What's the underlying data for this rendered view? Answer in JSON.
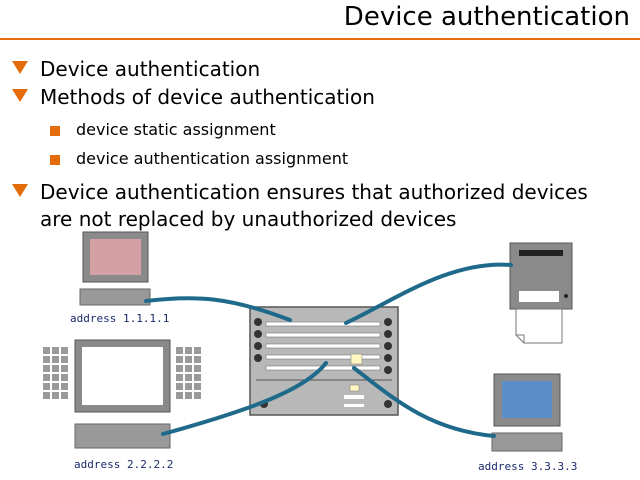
{
  "slide": {
    "title": "Device authentication",
    "bullets": [
      {
        "text": "Device authentication"
      },
      {
        "text": "Methods of device authentication",
        "sub": [
          "device static assignment",
          "device authentication assignment"
        ]
      },
      {
        "text": "Device authentication ensures that authorized devices are not replaced by unauthorized devices"
      }
    ]
  },
  "diagram": {
    "addresses": [
      "address 1.1.1.1",
      "address 2.2.2.2",
      "address 3.3.3.3"
    ]
  },
  "colors": {
    "accent": "#e46c0a",
    "cable": "#1f6a8a",
    "switch_body": "#b8b8b8",
    "screen_pink": "#d4a0a4",
    "screen_blue": "#5b8ec9"
  },
  "icons": [
    "triangle-bullet-icon",
    "square-bullet-icon",
    "computer-icon",
    "terminal-icon",
    "switch-icon",
    "printer-icon"
  ]
}
